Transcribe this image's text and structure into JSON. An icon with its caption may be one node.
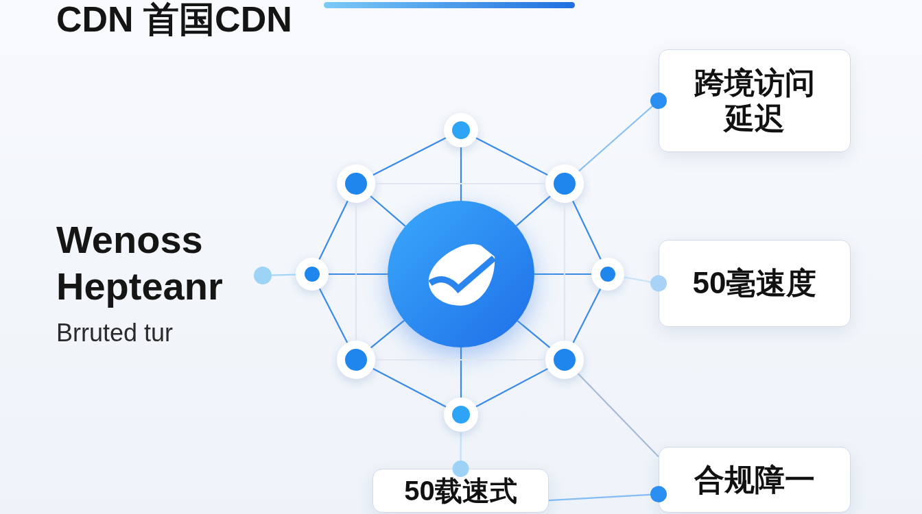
{
  "diagram": {
    "title": "CDN 首国CDN",
    "nodes": [
      {
        "text": [],
        "shape": "circle"
      },
      {
        "text": [],
        "shape": "circle"
      },
      {
        "text": [],
        "shape": "circle"
      },
      {
        "text": [],
        "shape": "circle"
      },
      {
        "text": [],
        "shape": "circle"
      },
      {
        "text": [],
        "shape": "circle"
      },
      {
        "text": [],
        "shape": "circle"
      },
      {
        "text": [],
        "shape": "circle"
      },
      {
        "text": [],
        "shape": "circle"
      },
      {
        "text": [],
        "shape": "circle"
      },
      {
        "text": [
          "跨境访问延迟"
        ]
      },
      {
        "text": [
          "50毫速度"
        ]
      },
      {
        "text": [
          "合规障一"
        ]
      },
      {
        "text": [
          "50载速式"
        ]
      }
    ],
    "edges": [
      {
        "from": 0,
        "to": 1,
        "arrow": "none"
      },
      {
        "from": 0,
        "to": 2,
        "arrow": "none"
      },
      {
        "from": 0,
        "to": 3,
        "arrow": "none"
      },
      {
        "from": 0,
        "to": 4,
        "arrow": "none"
      },
      {
        "from": 0,
        "to": 5,
        "arrow": "none"
      },
      {
        "from": 0,
        "to": 6,
        "arrow": "none"
      },
      {
        "from": 0,
        "to": 7,
        "arrow": "none"
      },
      {
        "from": 0,
        "to": 8,
        "arrow": "none"
      },
      {
        "from": 1,
        "to": 2,
        "arrow": "none"
      },
      {
        "from": 1,
        "to": 3,
        "arrow": "none"
      },
      {
        "from": 2,
        "to": 4,
        "arrow": "none"
      },
      {
        "from": 3,
        "to": 5,
        "arrow": "none"
      },
      {
        "from": 4,
        "to": 6,
        "arrow": "none"
      },
      {
        "from": 5,
        "to": 7,
        "arrow": "none"
      },
      {
        "from": 6,
        "to": 8,
        "arrow": "none"
      },
      {
        "from": 7,
        "to": 8,
        "arrow": "none"
      },
      {
        "from": 2,
        "to": 3,
        "arrow": "none",
        "color": "#dfe6ef"
      },
      {
        "from": 6,
        "to": 7,
        "arrow": "none",
        "color": "#dfe6ef"
      },
      {
        "from": 2,
        "to": 6,
        "arrow": "none",
        "color": "#dfe6ef"
      },
      {
        "from": 3,
        "to": 7,
        "arrow": "none",
        "color": "#dfe6ef"
      },
      {
        "from": 4,
        "to": 9,
        "arrow": "none",
        "color": "#a6d5f4"
      },
      {
        "from": 3,
        "to": 10,
        "arrow": "other",
        "color": "#2a8ff0"
      },
      {
        "from": 5,
        "to": 11,
        "arrow": "other",
        "color": "#a9d3f6"
      },
      {
        "from": 7,
        "to": 12,
        "arrow": "none",
        "color": "#a7bbd6"
      },
      {
        "from": 8,
        "to": 13,
        "arrow": "other",
        "color": "#9bd2f5"
      },
      {
        "from": 13,
        "to": 12,
        "arrow": "other",
        "color": "#2a8ff0"
      }
    ],
    "labels": [
      "Wenoss Hepteanr",
      "Brruted tur"
    ]
  }
}
